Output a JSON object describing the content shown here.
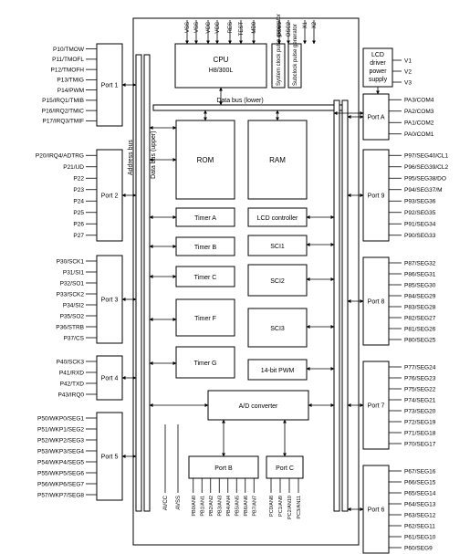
{
  "cpu": {
    "line1": "CPU",
    "line2": "H8/300L"
  },
  "top_pins": [
    "VSS",
    "VSS",
    "VCC",
    "VCC",
    "RES",
    "TEST",
    "MD0"
  ],
  "osc_pins": [
    "OSC1",
    "OSC2"
  ],
  "x_pins": [
    "X1",
    "X2"
  ],
  "sys_clock": "System clock pulse generator",
  "sub_clock": "Subclock pulse generator",
  "lcd_power": {
    "l1": "LCD",
    "l2": "driver",
    "l3": "power",
    "l4": "supply"
  },
  "v_pins": [
    "V1",
    "V2",
    "V3"
  ],
  "data_bus_lower": "Data bus (lower)",
  "address_bus": "Address bus",
  "data_bus_upper": "Data bus (upper)",
  "blocks": {
    "rom": "ROM",
    "ram": "RAM",
    "timer_a": "Timer A",
    "lcd_controller": "LCD controller",
    "timer_b": "Timer B",
    "sci1": "SCI1",
    "timer_c": "Timer C",
    "sci2": "SCI2",
    "timer_f": "Timer F",
    "sci3": "SCI3",
    "timer_g": "Timer G",
    "pwm": "14-bit PWM",
    "adc": "A/D converter"
  },
  "left_ports": [
    {
      "label": "Port 1",
      "pins": [
        "P10/TMOW",
        "P11/TMOFL",
        "P12/TMOFH",
        "P13/TMIG",
        "P14/PWM",
        "P15/IRQ1/TMIB",
        "P16/IRQ2/TMIC",
        "P17/IRQ3/TMIF"
      ]
    },
    {
      "label": "Port 2",
      "pins": [
        "P20/IRQ4/ADTRG",
        "P21/UD",
        "P22",
        "P23",
        "P24",
        "P25",
        "P26",
        "P27"
      ]
    },
    {
      "label": "Port 3",
      "pins": [
        "P30/SCK1",
        "P31/SI1",
        "P32/SO1",
        "P33/SCK2",
        "P34/SI2",
        "P35/SO2",
        "P36/STRB",
        "P37/CS"
      ]
    },
    {
      "label": "Port 4",
      "pins": [
        "P40/SCK3",
        "P41/RXD",
        "P42/TXD",
        "P43/IRQ0"
      ]
    },
    {
      "label": "Port 5",
      "pins": [
        "P50/WKP0/SEG1",
        "P51/WKP1/SEG2",
        "P52/WKP2/SEG3",
        "P53/WKP3/SEG4",
        "P54/WKP4/SEG5",
        "P55/WKP5/SEG6",
        "P56/WKP6/SEG7",
        "P57/WKP7/SEG8"
      ]
    }
  ],
  "right_ports": [
    {
      "label": "Port A",
      "pins": [
        "PA3/COM4",
        "PA2/COM3",
        "PA1/COM2",
        "PA0/COM1"
      ]
    },
    {
      "label": "Port 9",
      "pins": [
        "P97/SEG40/CL1",
        "P96/SEG39/CL2",
        "P95/SEG38/DO",
        "P94/SEG37/M",
        "P93/SEG36",
        "P92/SEG35",
        "P91/SEG34",
        "P90/SEG33"
      ]
    },
    {
      "label": "Port 8",
      "pins": [
        "P87/SEG32",
        "P86/SEG31",
        "P85/SEG30",
        "P84/SEG29",
        "P83/SEG28",
        "P82/SEG27",
        "P81/SEG26",
        "P80/SEG25"
      ]
    },
    {
      "label": "Port 7",
      "pins": [
        "P77/SEG24",
        "P76/SEG23",
        "P75/SEG22",
        "P74/SEG21",
        "P73/SEG20",
        "P72/SEG19",
        "P71/SEG18",
        "P70/SEG17"
      ]
    },
    {
      "label": "Port 6",
      "pins": [
        "P67/SEG16",
        "P66/SEG15",
        "P65/SEG14",
        "P64/SEG13",
        "P63/SEG12",
        "P62/SEG11",
        "P61/SEG10",
        "P60/SEG9"
      ]
    }
  ],
  "bottom_ports": [
    {
      "label": "Port B",
      "pins": [
        "PB0/AN0",
        "PB1/AN1",
        "PB2/AN2",
        "PB3/AN3",
        "PB4/AN4",
        "PB5/AN5",
        "PB6/AN6",
        "PB7/AN7"
      ]
    },
    {
      "label": "Port C",
      "pins": [
        "PC0/AN8",
        "PC1/AN9",
        "PC2/AN10",
        "PC3/AN11"
      ]
    }
  ],
  "analog_pins": [
    "AVCC",
    "AVSS"
  ]
}
